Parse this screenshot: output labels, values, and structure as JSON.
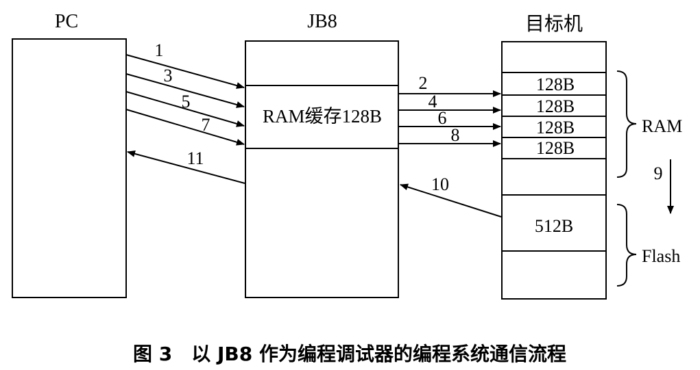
{
  "headers": {
    "pc": "PC",
    "jb8": "JB8",
    "target": "目标机"
  },
  "jb8_buffer_label": "RAM缓存128B",
  "target_blocks": {
    "ram_block_1": "128B",
    "ram_block_2": "128B",
    "ram_block_3": "128B",
    "ram_block_4": "128B",
    "flash_block": "512B"
  },
  "brace_labels": {
    "ram": "RAM",
    "flash": "Flash"
  },
  "arrow_labels": {
    "pc_to_jb8": [
      "1",
      "3",
      "5",
      "7"
    ],
    "jb8_to_target": [
      "2",
      "4",
      "6",
      "8"
    ],
    "ram_to_flash": "9",
    "target_to_jb8": "10",
    "jb8_to_pc": "11"
  },
  "caption": "图 3　以 JB8 作为编程调试器的编程系统通信流程"
}
